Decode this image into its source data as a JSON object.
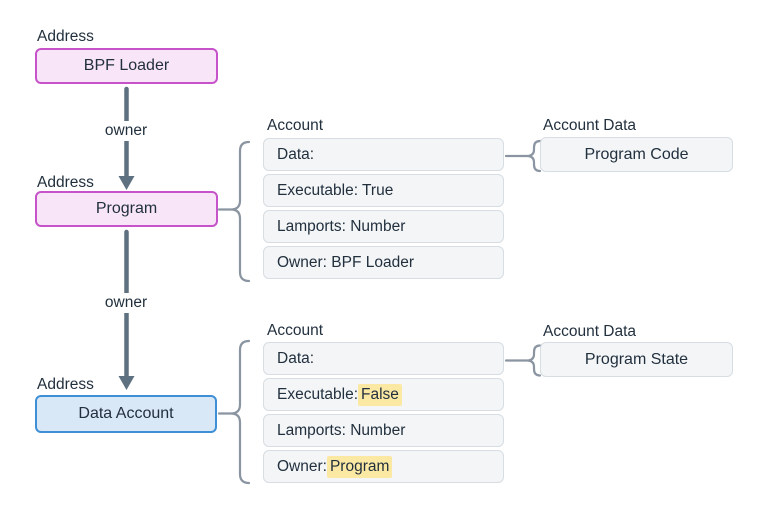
{
  "colors": {
    "pink_fill": "#f8e5f8",
    "pink_border": "#c653c9",
    "blue_fill": "#d9e8f7",
    "blue_border": "#3f8fd6",
    "row_fill": "#f3f5f7",
    "row_border": "#d7dde3",
    "arrow": "#5e7181",
    "brace": "#8a95a1",
    "highlight": "#fbe8a3",
    "text": "#22303e"
  },
  "labels": {
    "address": "Address",
    "owner": "owner"
  },
  "icons": {
    "owner_arrow": "arrow-down",
    "brace": "curly-brace"
  },
  "nodes": {
    "bpf_loader": "BPF Loader",
    "program": "Program",
    "data_account": "Data Account"
  },
  "accounts": [
    {
      "label": "Account",
      "rows": [
        {
          "text": "Data:",
          "highlight": ""
        },
        {
          "text": "Executable: True",
          "highlight": ""
        },
        {
          "text": "Lamports: Number",
          "highlight": ""
        },
        {
          "text": "Owner: BPF Loader",
          "highlight": ""
        }
      ],
      "data_label": "Account Data",
      "data_value": "Program Code"
    },
    {
      "label": "Account",
      "rows": [
        {
          "text": "Data:",
          "highlight": ""
        },
        {
          "text": "Executable:",
          "highlight": "False"
        },
        {
          "text": "Lamports: Number",
          "highlight": ""
        },
        {
          "text": "Owner:",
          "highlight": "Program"
        }
      ],
      "data_label": "Account Data",
      "data_value": "Program State"
    }
  ]
}
